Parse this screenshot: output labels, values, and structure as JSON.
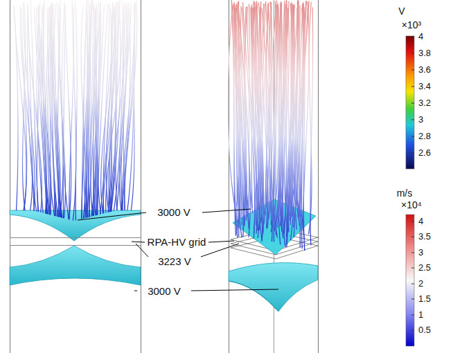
{
  "diagram": {
    "labels": [
      "3000 V",
      "RPA-HV grid",
      "3223 V",
      "3000 V",
      "V",
      "×10³",
      "4",
      "3.8",
      "3.6",
      "3.4",
      "3.2",
      "3",
      "2.8",
      "2.6",
      "m/s",
      "×10⁴",
      "4",
      "3.5",
      "3",
      "2.5",
      "2",
      "1.5",
      "1",
      "0.5"
    ]
  }
}
